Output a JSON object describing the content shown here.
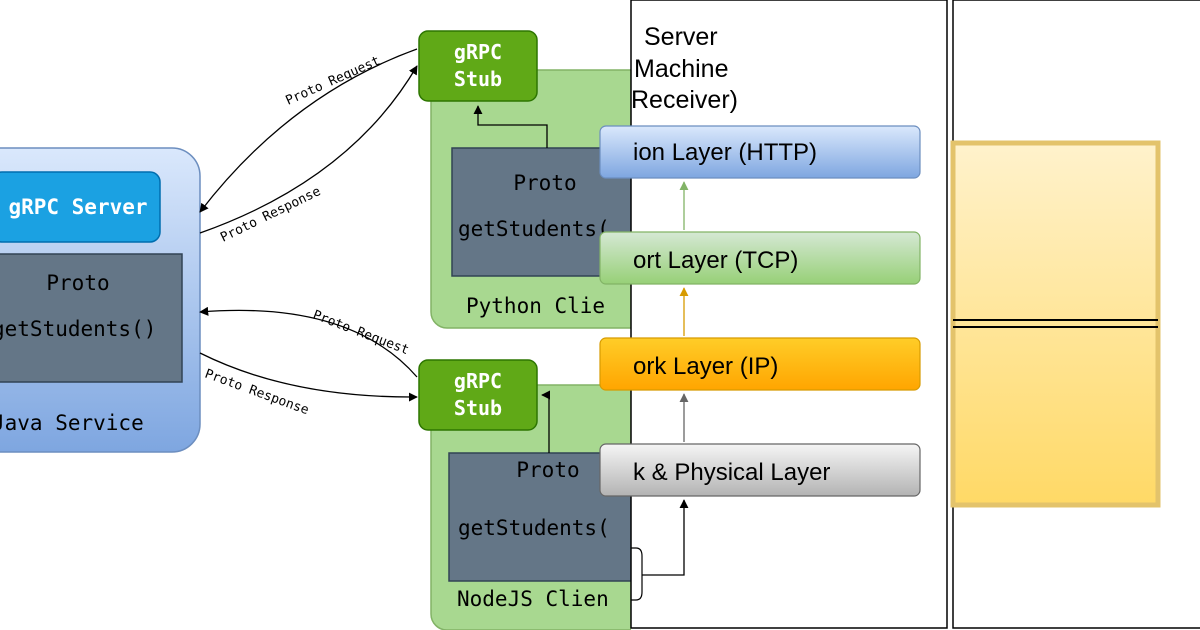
{
  "left_panel": {
    "java_service": {
      "server_label": "gRPC Server",
      "proto_label": "Proto",
      "method_label": "getStudents()",
      "footer_label": "Java Service"
    },
    "python_client": {
      "stub_line1": "gRPC",
      "stub_line2": "Stub",
      "proto_label": "Proto",
      "method_label": "getStudents(",
      "footer_label": "Python Clie"
    },
    "node_client": {
      "stub_line1": "gRPC",
      "stub_line2": "Stub",
      "proto_label": "Proto",
      "method_label": "getStudents(",
      "footer_label": "NodeJS Clien"
    },
    "edges": {
      "python_request": "Proto Request",
      "python_response": "Proto Response",
      "node_request": "Proto Request",
      "node_response": "Proto Response"
    }
  },
  "middle_panel": {
    "title_line1": "Server",
    "title_line2": "Machine",
    "title_line3": "Receiver)",
    "layers": [
      {
        "label": "ion Layer (HTTP)"
      },
      {
        "label": "ort Layer (TCP)"
      },
      {
        "label": "ork Layer (IP)"
      },
      {
        "label": "k & Physical Layer"
      }
    ]
  },
  "colors": {
    "blue_container": "#c5daf6",
    "grpc_server": "#1ba1e2",
    "proto_box": "#647687",
    "green_container": "#a8d890",
    "stub_green": "#60a917",
    "http_layer": "#a9c4eb",
    "tcp_layer": "#c7e6b1",
    "ip_layer": "#ffa500",
    "physical_layer": "#dcdcdc",
    "yellow_box": "#fdd975"
  }
}
